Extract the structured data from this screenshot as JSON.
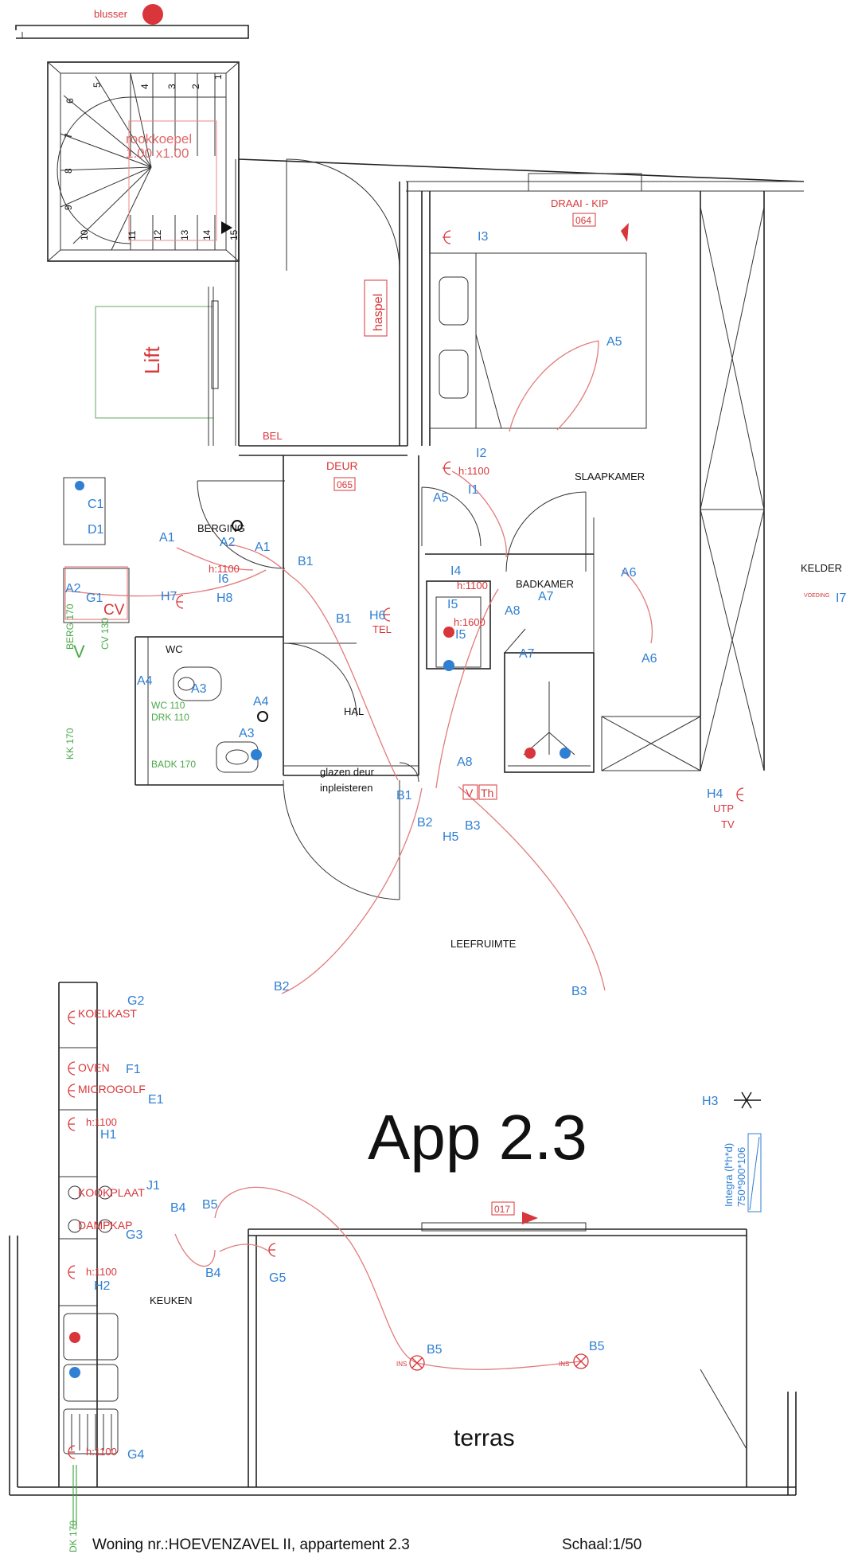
{
  "title": "App 2.3",
  "footer": {
    "woning": "Woning nr.:HOEVENZAVEL II, appartement 2.3",
    "schaal": "Schaal:1/50"
  },
  "colors": {
    "wall": "#222222",
    "wire": "#e27b7b",
    "blue_label": "#2f7fd3",
    "red_label": "#d8363a",
    "green_label": "#49a948"
  },
  "rooms": {
    "slaapkamer": "SLAAPKAMER",
    "kelder": "KELDER",
    "berging": "BERGING",
    "badkamer": "BADKAMER",
    "wc": "WC",
    "hal": "HAL",
    "leefruimte": "LEEFRUIMTE",
    "keuken": "KEUKEN",
    "terras": "terras"
  },
  "annotations": {
    "blusser": "blusser",
    "rookkoepel_1": "rookkoepel",
    "rookkoepel_2": "1.00 x1.00",
    "lift": "Lift",
    "haspel": "haspel",
    "bel": "BEL",
    "deur": "DEUR",
    "deur_code": "065",
    "draai_kip": "DRAAI - KIP",
    "draai_code": "064",
    "glazen_deur_1": "glazen deur",
    "glazen_deur_2": "inpleisteren",
    "tel": "TEL",
    "cv": "CV",
    "v": "V",
    "vth_v": "V",
    "vth_th": "Th",
    "utp": "UTP",
    "tv": "TV",
    "voeding": "VOEDING",
    "koelkast": "KOELKAST",
    "oven": "OVEN",
    "microgolf": "MICROGOLF",
    "kookplaat": "KOOKPLAAT",
    "dampkap": "DAMPKAP",
    "ins_1": "INS",
    "ins_2": "INS",
    "terras_code": "017",
    "integra_1": "Integra (l*h*d)",
    "integra_2": "750*900*106",
    "h1100": "h:1100",
    "h1600": "h:1600",
    "berg170": "BERG 170",
    "cv130": "CV 130",
    "kk170": "KK 170",
    "wc110": "WC 110",
    "drk110": "DRK 110",
    "badk170": "BADK 170",
    "dk170": "DK 170"
  },
  "stairs": [
    "1",
    "2",
    "3",
    "4",
    "5",
    "6",
    "7",
    "8",
    "9",
    "10",
    "11",
    "12",
    "13",
    "14",
    "15"
  ],
  "labels": {
    "I3": "I3",
    "A5": "A5",
    "I2": "I2",
    "I1": "I1",
    "A5b": "A5",
    "C1": "C1",
    "D1": "D1",
    "A1": "A1",
    "A2": "A2",
    "A1b": "A1",
    "B1": "B1",
    "I6": "I6",
    "H8": "H8",
    "A2b": "A2",
    "G1": "G1",
    "H7": "H7",
    "I4": "I4",
    "I5": "I5",
    "I5b": "I5",
    "A6": "A6",
    "A6b": "A6",
    "A7": "A7",
    "A8": "A8",
    "A7b": "A7",
    "I7": "I7",
    "H6": "H6",
    "B1b": "B1",
    "A4": "A4",
    "A3": "A3",
    "A4b": "A4",
    "A3b": "A3",
    "A8b": "A8",
    "B1c": "B1",
    "B2": "B2",
    "H5": "H5",
    "B3": "B3",
    "H4": "H4",
    "B2b": "B2",
    "B3b": "B3",
    "G2": "G2",
    "F1": "F1",
    "E1": "E1",
    "H1": "H1",
    "H3": "H3",
    "J1": "J1",
    "B4": "B4",
    "B5": "B5",
    "G3": "G3",
    "B4b": "B4",
    "G5": "G5",
    "H2": "H2",
    "B5b": "B5",
    "B5c": "B5",
    "G4": "G4"
  }
}
